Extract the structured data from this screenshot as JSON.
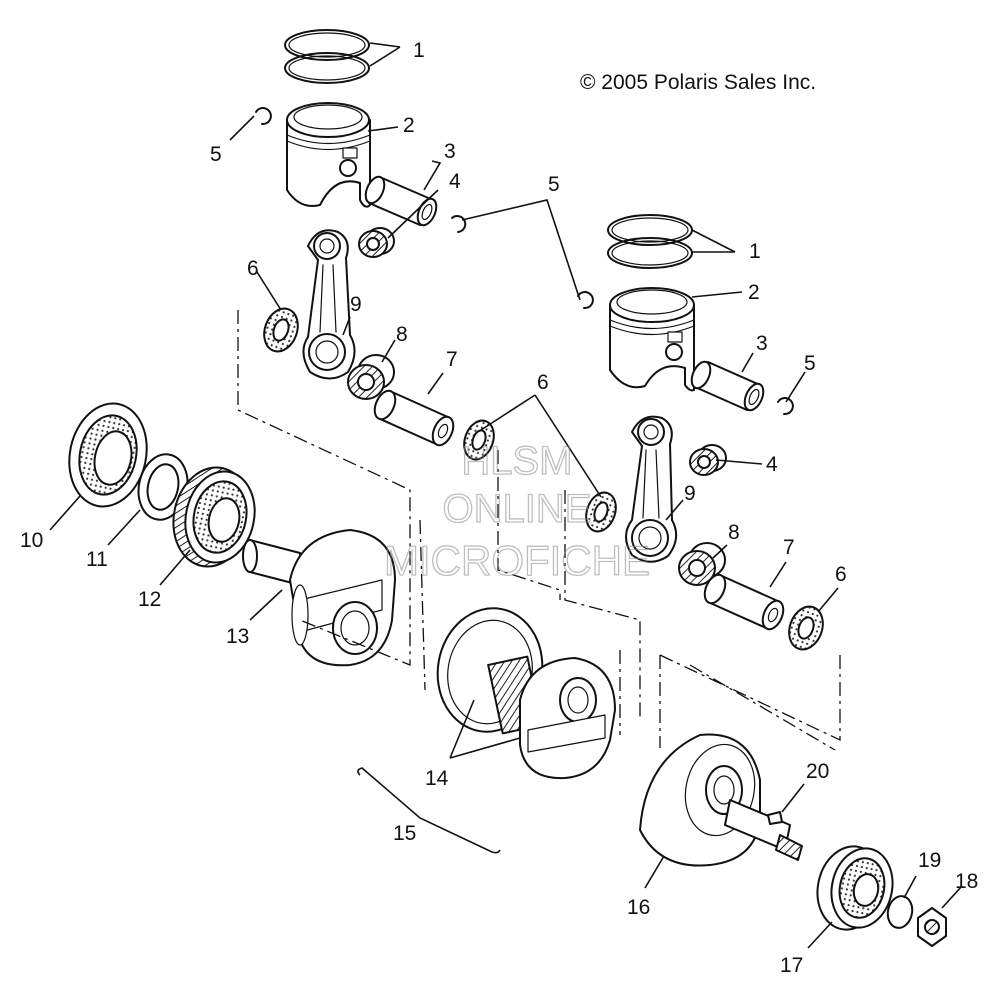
{
  "copyright": "© 2005 Polaris Sales Inc.",
  "watermark": [
    "HLSM",
    "ONLINE",
    "MICROFICHE"
  ],
  "callouts": {
    "c1a": "1",
    "c2a": "2",
    "c3a": "3",
    "c4a": "4",
    "c5a": "5",
    "c5b": "5",
    "c6a": "6",
    "c9a": "9",
    "c8a": "8",
    "c7a": "7",
    "c1b": "1",
    "c2b": "2",
    "c3b": "3",
    "c5c": "5",
    "c6b": "6",
    "c4b": "4",
    "c9b": "9",
    "c8b": "8",
    "c7b": "7",
    "c6c": "6",
    "c10": "10",
    "c11": "11",
    "c12": "12",
    "c13": "13",
    "c14": "14",
    "c15": "15",
    "c16": "16",
    "c17": "17",
    "c18": "18",
    "c19": "19",
    "c20": "20"
  }
}
